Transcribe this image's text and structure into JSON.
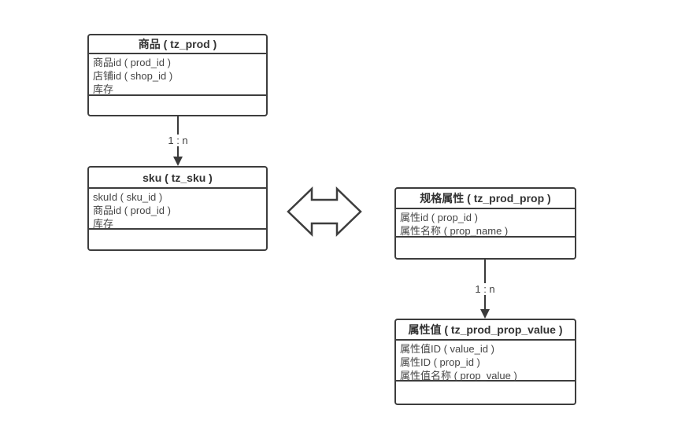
{
  "entities": {
    "prod": {
      "title": "商品 ( tz_prod )",
      "fields": [
        "商品id ( prod_id )",
        "店铺id ( shop_id )",
        "库存"
      ]
    },
    "sku": {
      "title": "sku ( tz_sku )",
      "fields": [
        "skuId ( sku_id )",
        "商品id ( prod_id )",
        "库存"
      ]
    },
    "prop": {
      "title": "规格属性 ( tz_prod_prop )",
      "fields": [
        "属性id ( prop_id )",
        "属性名称 ( prop_name )"
      ]
    },
    "prop_value": {
      "title": "属性值 ( tz_prod_prop_value )",
      "fields": [
        "属性值ID ( value_id )",
        "属性ID ( prop_id )",
        "属性值名称 ( prop_value )"
      ]
    }
  },
  "connectors": {
    "prod_to_sku": {
      "label": "1 : n"
    },
    "prop_to_value": {
      "label": "1 : n"
    }
  },
  "colors": {
    "stroke": "#3d3d3d",
    "text": "#404040",
    "background": "#ffffff"
  }
}
